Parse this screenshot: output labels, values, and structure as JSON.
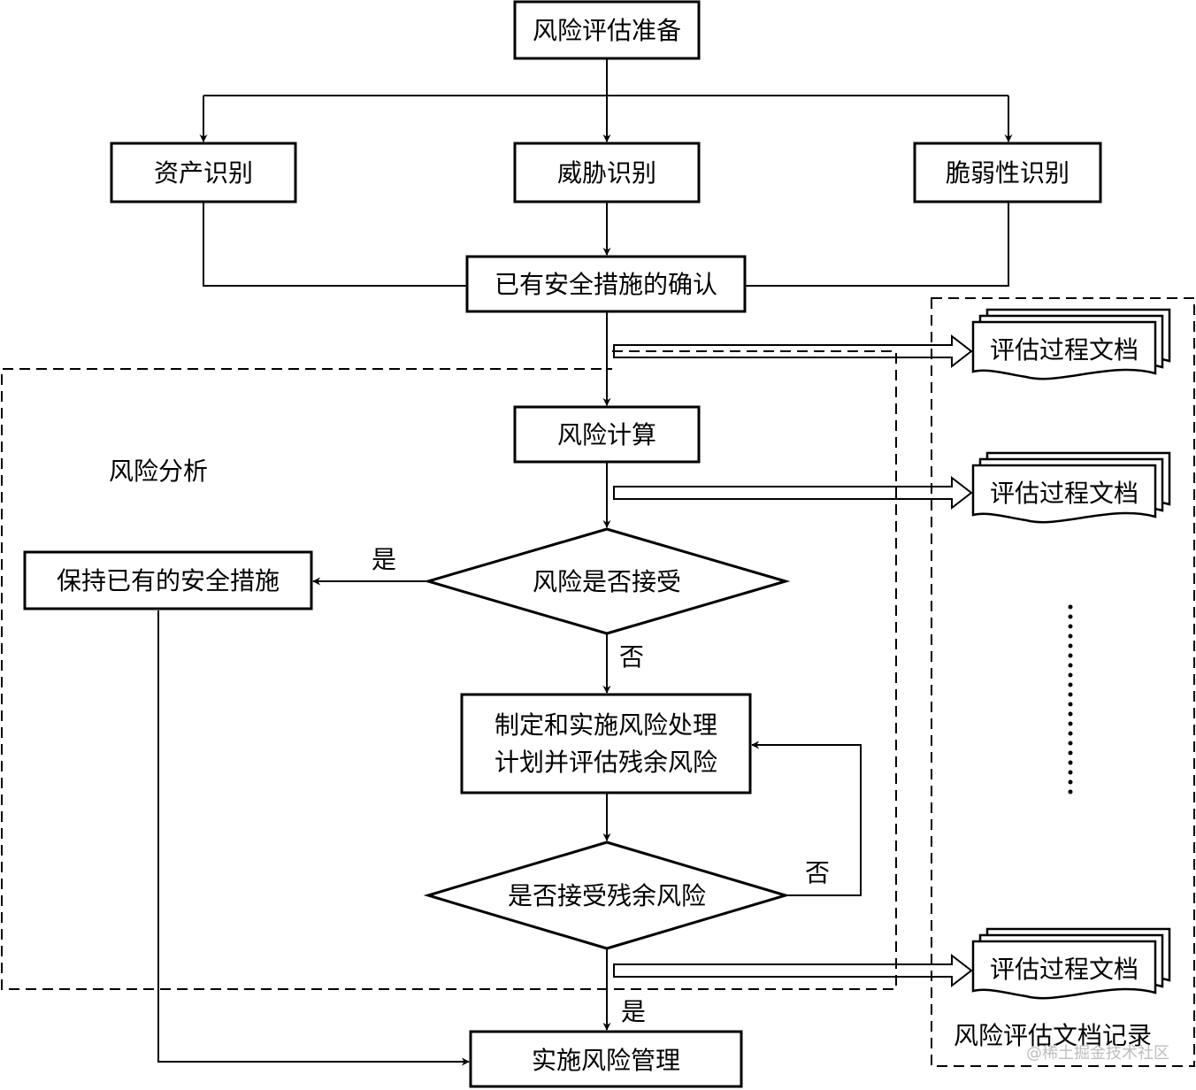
{
  "nodes": {
    "prepare": "风险评估准备",
    "asset": "资产识别",
    "threat": "威胁识别",
    "vuln": "脆弱性识别",
    "confirm": "已有安全措施的确认",
    "calc": "风险计算",
    "accept": "风险是否接受",
    "keep": "保持已有的安全措施",
    "plan_line1": "制定和实施风险处理",
    "plan_line2": "计划并评估残余风险",
    "residual": "是否接受残余风险",
    "implement": "实施风险管理"
  },
  "labels": {
    "yes_accept": "是",
    "no_accept": "否",
    "no_residual": "否",
    "yes_residual": "是",
    "analysis_region": "风险分析",
    "docs_region": "风险评估文档记录"
  },
  "documents": [
    {
      "label": "评估过程文档"
    },
    {
      "label": "评估过程文档"
    },
    {
      "label": "评估过程文档"
    }
  ],
  "watermark": "@稀土掘金技术社区"
}
